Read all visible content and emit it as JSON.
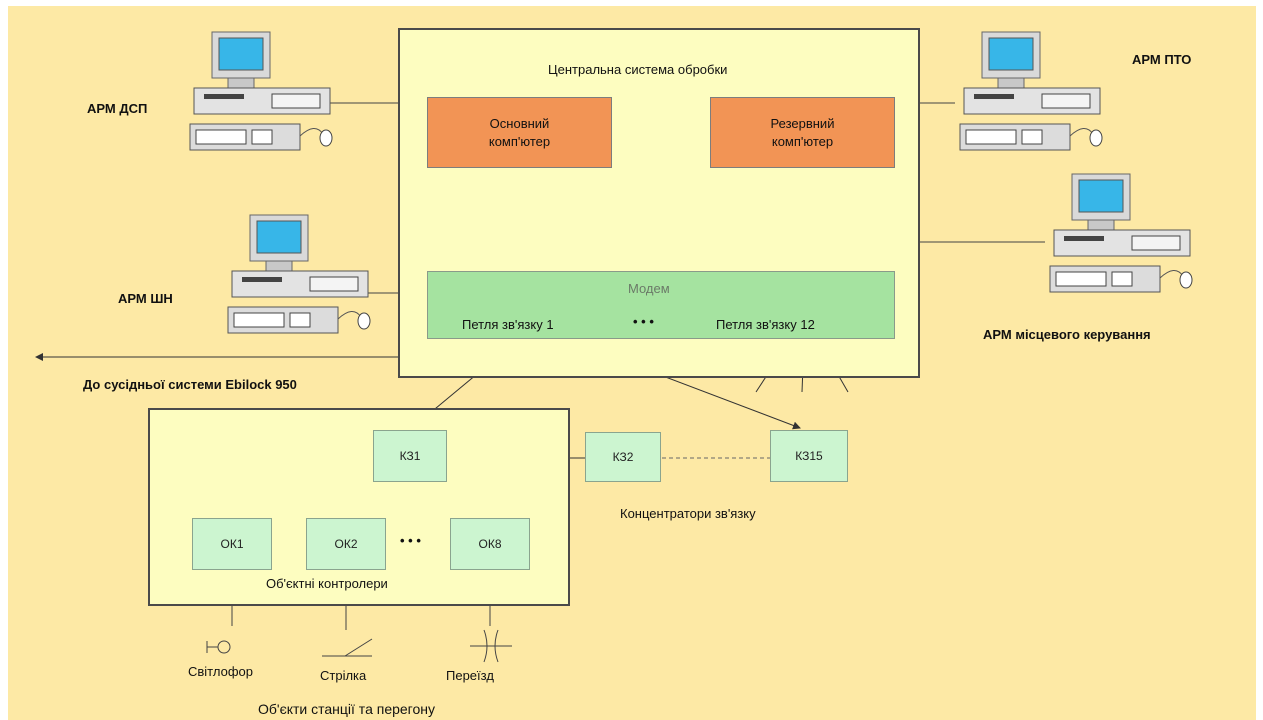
{
  "diagram": {
    "central_system_title": "Центральна система обробки",
    "main_computer": "Основний\nкомп'ютер",
    "reserve_computer": "Резервний\nкомп'ютер",
    "modem": "Модем",
    "loop_1": "Петля зв'язку 1",
    "loop_dots": "• • •",
    "loop_12": "Петля зв'язку 12",
    "workstations": {
      "dsp": "АРМ ДСП",
      "shn": "АРМ ШН",
      "pto": "АРМ ПТО",
      "local_control": "АРМ місцевого керування"
    },
    "neighbor_system": "До сусідньої системи Ebilock 950",
    "concentrators": {
      "k31": "КЗ1",
      "k32": "КЗ2",
      "k315": "КЗ15",
      "caption": "Концентратори зв'язку"
    },
    "object_controllers": {
      "ok1": "ОК1",
      "ok2": "ОК2",
      "ok_dots": "• • •",
      "ok8": "ОК8",
      "caption": "Об'єктні контролери"
    },
    "field_objects": {
      "signal": "Світлофор",
      "switch": "Стрілка",
      "crossing": "Переїзд",
      "caption": "Об'єкти станції та перегону"
    }
  },
  "icons": [
    "computer-workstation-icon",
    "signal-icon",
    "switch-icon",
    "crossing-icon"
  ],
  "colors": {
    "background": "#fde9a5",
    "panel": "#fdfdc0",
    "computer": "#f29455",
    "modem": "#a5e3a0",
    "node": "#ccf5d0"
  }
}
